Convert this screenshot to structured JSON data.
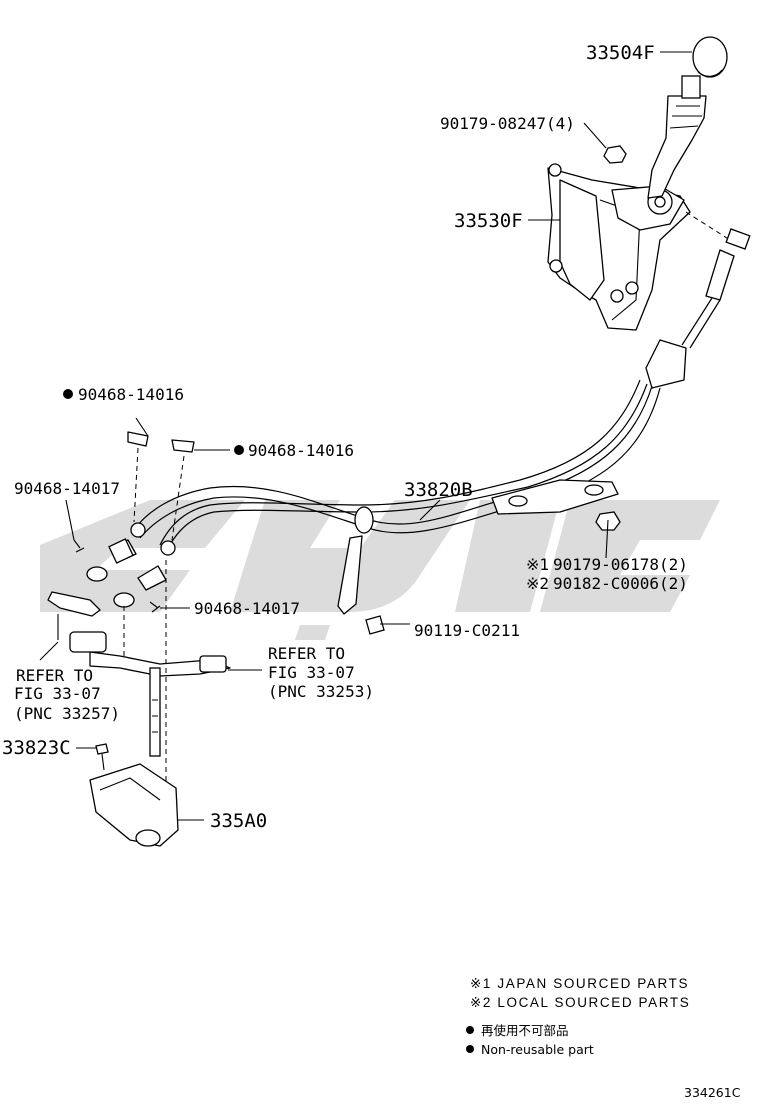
{
  "callouts": {
    "shift_knob": "33504F",
    "nut_4": "90179-08247(4)",
    "shift_lever_assy": "33530F",
    "clip_top_left": "90468-14016",
    "clip_top_right": "90468-14016",
    "cable_assy": "33820B",
    "clip_left": "90468-14017",
    "clip_bottom": "90468-14017",
    "nut_japan": "90179-06178(2)",
    "nut_local": "90182-C0006(2)",
    "marker_1": "※1",
    "marker_2": "※2",
    "bolt": "90119-C0211",
    "refer_left_1": "REFER TO",
    "refer_left_2": "FIG 33-07",
    "refer_left_3": "(PNC 33257)",
    "refer_right_1": "REFER TO",
    "refer_right_2": "FIG 33-07",
    "refer_right_3": "(PNC 33253)",
    "bolt_left": "33823C",
    "bracket": "335A0"
  },
  "legend": {
    "japan": "※1 JAPAN SOURCED PARTS",
    "local": "※2 LOCAL SOURCED PARTS",
    "nonreusable_jp": "再使用不可部品",
    "nonreusable_en": "Non-reusable part"
  },
  "figure_number": "334261C",
  "colors": {
    "ink": "#000000",
    "watermark": "#d9d9d9"
  }
}
